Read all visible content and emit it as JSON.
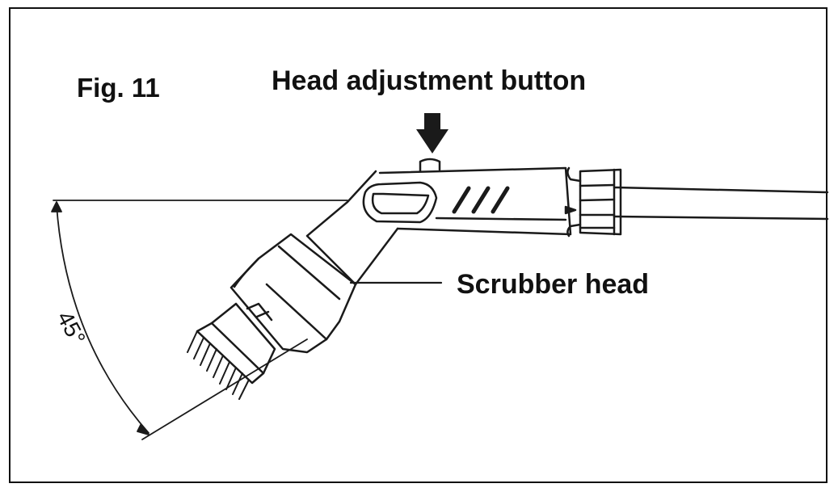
{
  "figure": {
    "label": "Fig. 11",
    "callouts": {
      "head_adjustment_button": "Head adjustment button",
      "scrubber_head": "Scrubber head"
    },
    "angle": "45°"
  }
}
